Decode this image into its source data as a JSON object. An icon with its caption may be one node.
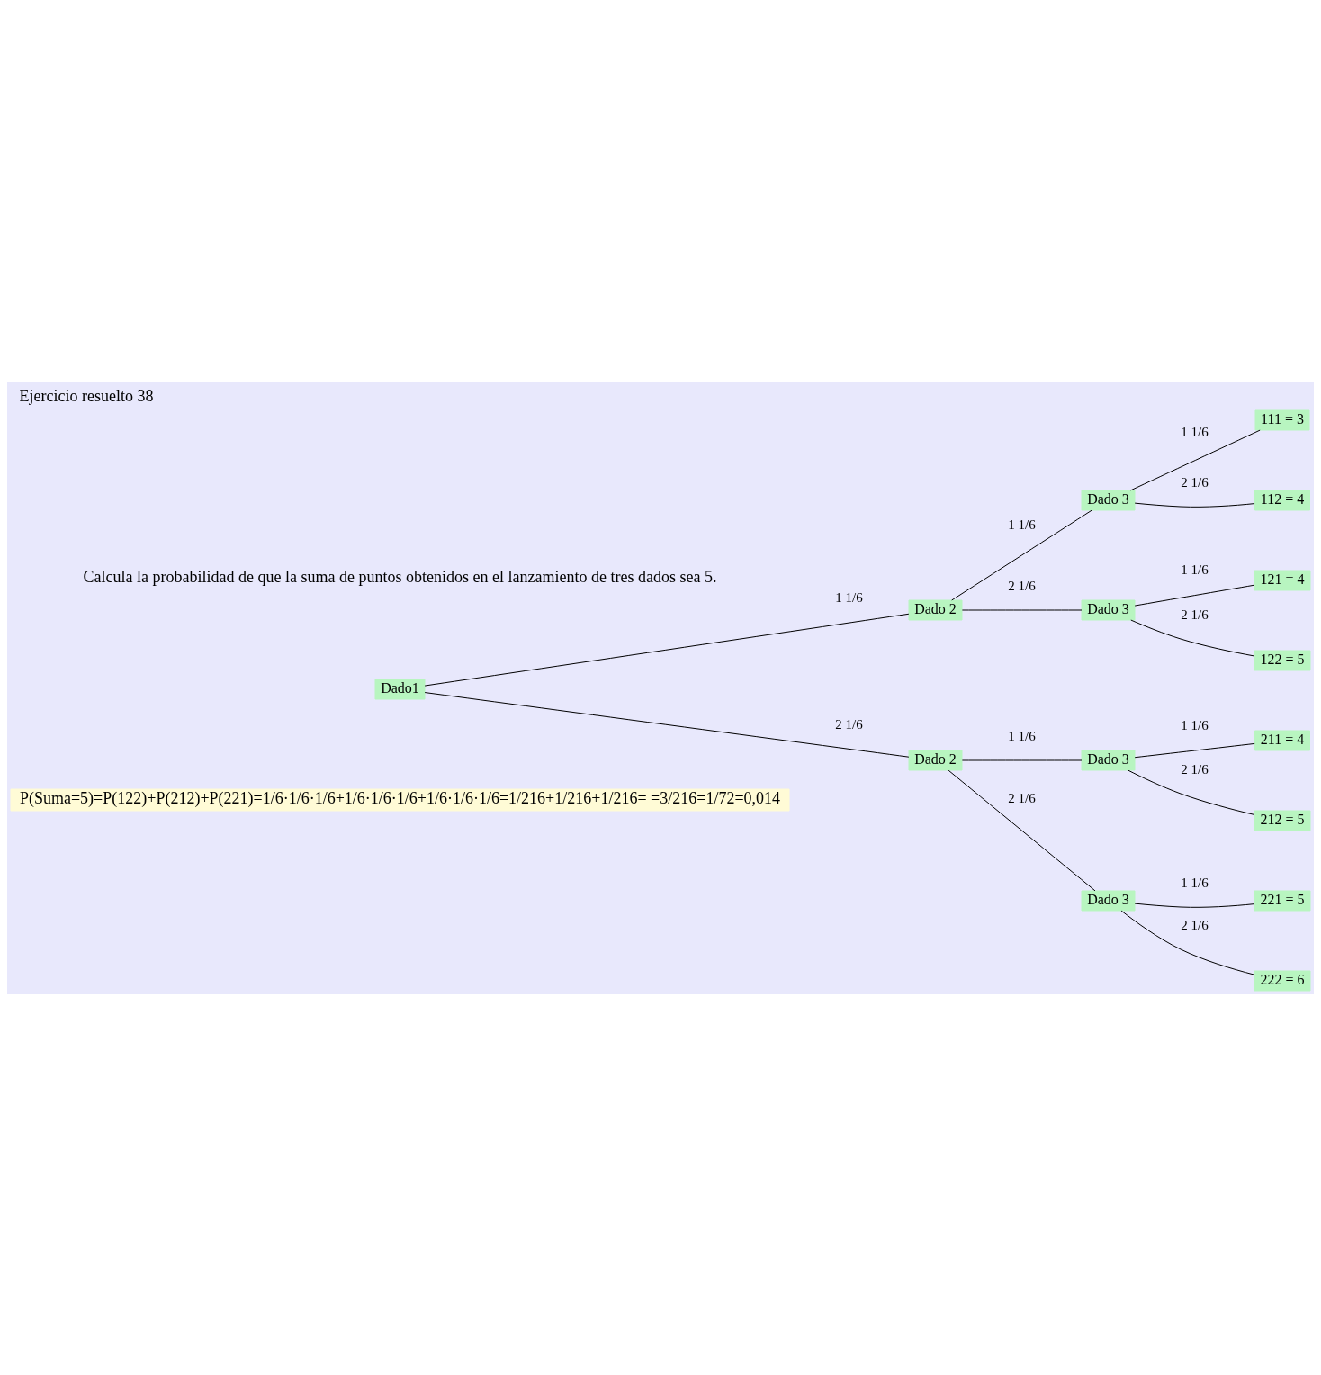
{
  "diagram": {
    "title": "Ejercicio resuelto 38",
    "nodes": [
      {
        "text": [
          "Dado1"
        ]
      },
      {
        "text": [
          "Dado 2"
        ]
      },
      {
        "text": [
          "Dado 3"
        ]
      },
      {
        "text": [
          "111 = 3"
        ]
      },
      {
        "text": [
          "112 = 4"
        ]
      },
      {
        "text": [
          "Dado 3"
        ]
      },
      {
        "text": [
          "121 = 4"
        ]
      },
      {
        "text": [
          "122 = 5"
        ]
      },
      {
        "text": [
          "Dado 2"
        ]
      },
      {
        "text": [
          "Dado 3"
        ]
      },
      {
        "text": [
          "211 = 4"
        ]
      },
      {
        "text": [
          "212 = 5"
        ]
      },
      {
        "text": [
          "Dado 3"
        ]
      },
      {
        "text": [
          "221 = 5"
        ]
      },
      {
        "text": [
          "222 = 6"
        ]
      }
    ],
    "edges": [
      {
        "from": 0,
        "to": 1,
        "arrow": "none",
        "label": "1 1/6"
      },
      {
        "from": 1,
        "to": 2,
        "arrow": "none",
        "label": "1 1/6"
      },
      {
        "from": 2,
        "to": 3,
        "arrow": "none",
        "label": "1 1/6"
      },
      {
        "from": 2,
        "to": 4,
        "arrow": "none",
        "label": "2 1/6"
      },
      {
        "from": 1,
        "to": 5,
        "arrow": "none",
        "label": "2 1/6"
      },
      {
        "from": 5,
        "to": 6,
        "arrow": "none",
        "label": "1 1/6"
      },
      {
        "from": 5,
        "to": 7,
        "arrow": "none",
        "label": "2 1/6"
      },
      {
        "from": 0,
        "to": 8,
        "arrow": "none",
        "label": "2 1/6"
      },
      {
        "from": 8,
        "to": 9,
        "arrow": "none",
        "label": "1 1/6"
      },
      {
        "from": 9,
        "to": 10,
        "arrow": "none",
        "label": "1 1/6"
      },
      {
        "from": 9,
        "to": 11,
        "arrow": "none",
        "label": "2 1/6"
      },
      {
        "from": 8,
        "to": 12,
        "arrow": "none",
        "label": "2 1/6"
      },
      {
        "from": 12,
        "to": 13,
        "arrow": "none",
        "label": "1 1/6"
      },
      {
        "from": 12,
        "to": 14,
        "arrow": "none",
        "label": "2 1/6"
      }
    ],
    "labels": [
      "Calcula la probabilidad de que la suma de puntos obtenidos en el lanzamiento de tres dados sea 5.",
      "P(Suma=5)=P(122)+P(212)+P(221)=1/6·1/6·1/6+1/6·1/6·1/6+1/6·1/6·1/6=1/216+1/216+1/216= =3/216=1/72=0,014"
    ]
  }
}
